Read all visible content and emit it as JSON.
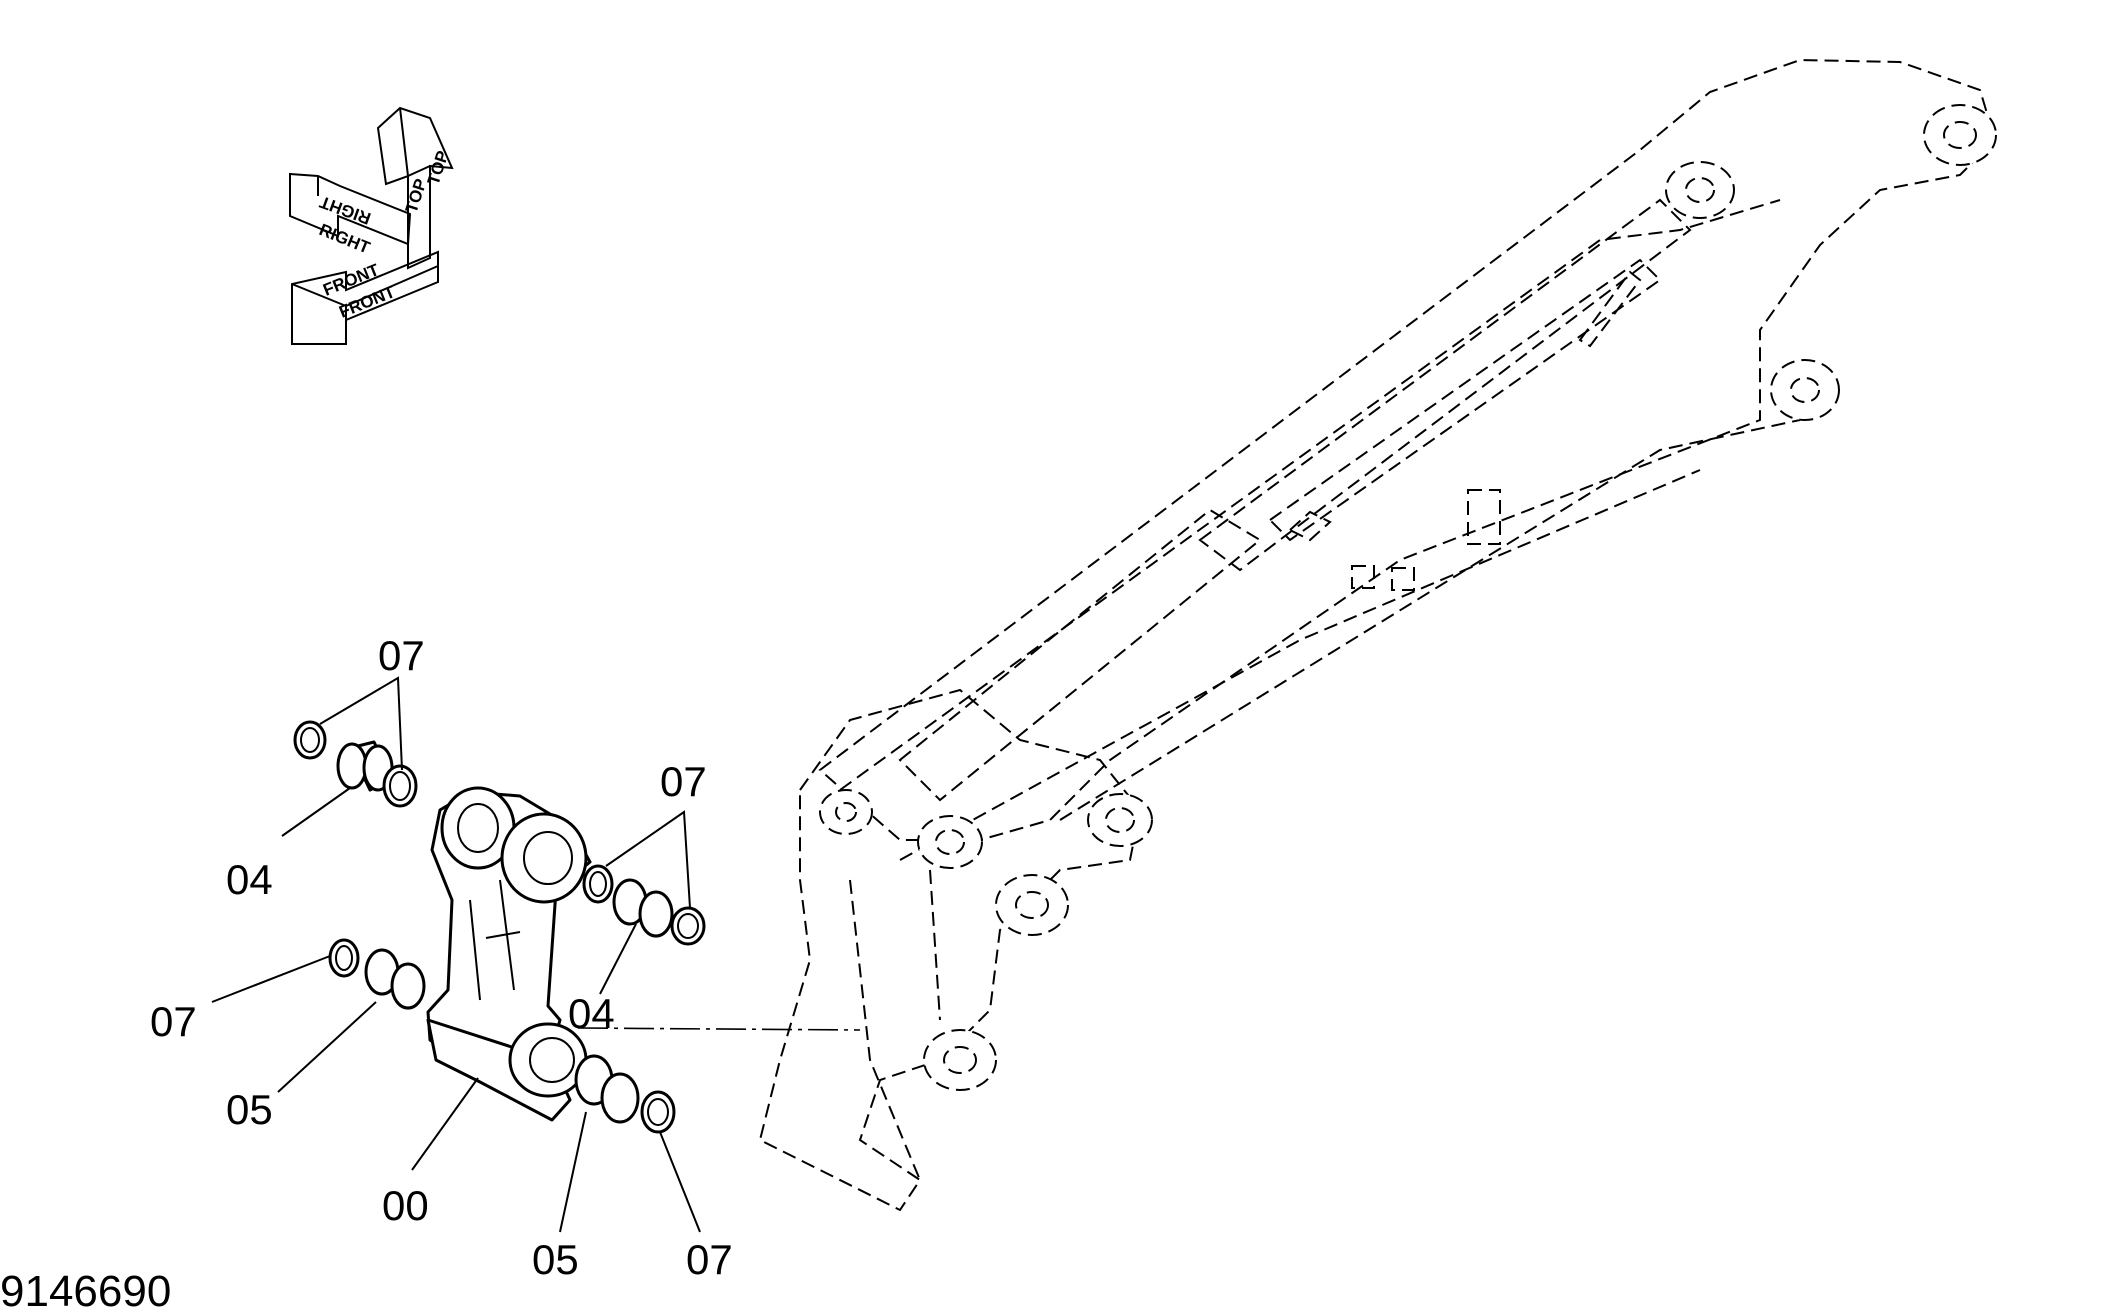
{
  "diagram": {
    "document_number": "9146690",
    "orientation_labels": {
      "top": "TOP",
      "right": "RIGHT",
      "front": "FRONT"
    },
    "callouts": [
      {
        "id": "c1",
        "label": "07"
      },
      {
        "id": "c2",
        "label": "04"
      },
      {
        "id": "c3",
        "label": "07"
      },
      {
        "id": "c4",
        "label": "04"
      },
      {
        "id": "c5",
        "label": "07"
      },
      {
        "id": "c6",
        "label": "05"
      },
      {
        "id": "c7",
        "label": "00"
      },
      {
        "id": "c8",
        "label": "05"
      },
      {
        "id": "c9",
        "label": "07"
      }
    ]
  }
}
